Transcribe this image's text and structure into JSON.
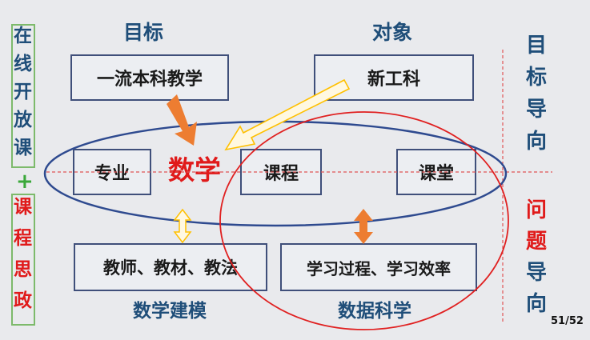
{
  "left_column": {
    "top_label": "在线开放课",
    "plus": "+",
    "bottom_label": "课程思政"
  },
  "headers": {
    "goal": "目标",
    "object": "对象"
  },
  "boxes": {
    "first_class": "一流本科教学",
    "new_engineering": "新工科",
    "major": "专业",
    "course": "课程",
    "classroom": "课堂",
    "teaching": "教师、教材、教法",
    "learning": "学习过程、学习效率"
  },
  "center_label": "数学",
  "footers": {
    "modeling": "数学建模",
    "data_science": "数据科学"
  },
  "right_column": {
    "goal_oriented": "目标导向",
    "problem_oriented": "问题导向"
  },
  "page_number": "51/52",
  "colors": {
    "blue_text": "#1f4e79",
    "red_text": "#e01a1a",
    "orange_arrow": "#ed7d31",
    "yellow_arrow": "#ffc000",
    "blue_ellipse": "#2e4a8f",
    "red_ellipse": "#e02020"
  }
}
